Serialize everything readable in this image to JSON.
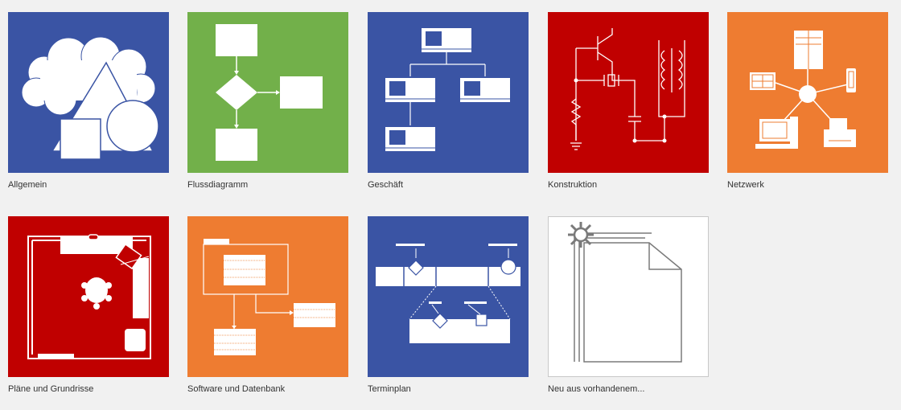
{
  "templates": [
    {
      "label": "Allgemein",
      "color": "#3a54a4",
      "icon": "general-shapes-icon"
    },
    {
      "label": "Flussdiagramm",
      "color": "#72b04a",
      "icon": "flowchart-icon"
    },
    {
      "label": "Geschäft",
      "color": "#3a54a4",
      "icon": "org-chart-icon"
    },
    {
      "label": "Konstruktion",
      "color": "#c00000",
      "icon": "circuit-icon"
    },
    {
      "label": "Netzwerk",
      "color": "#ee7c31",
      "icon": "network-icon"
    },
    {
      "label": "Pläne und Grundrisse",
      "color": "#c00000",
      "icon": "floor-plan-icon"
    },
    {
      "label": "Software und Datenbank",
      "color": "#ee7c31",
      "icon": "software-database-icon"
    },
    {
      "label": "Terminplan",
      "color": "#3a54a4",
      "icon": "timeline-icon"
    },
    {
      "label": "Neu aus vorhandenem...",
      "color": "#ffffff",
      "icon": "new-from-existing-icon"
    }
  ]
}
